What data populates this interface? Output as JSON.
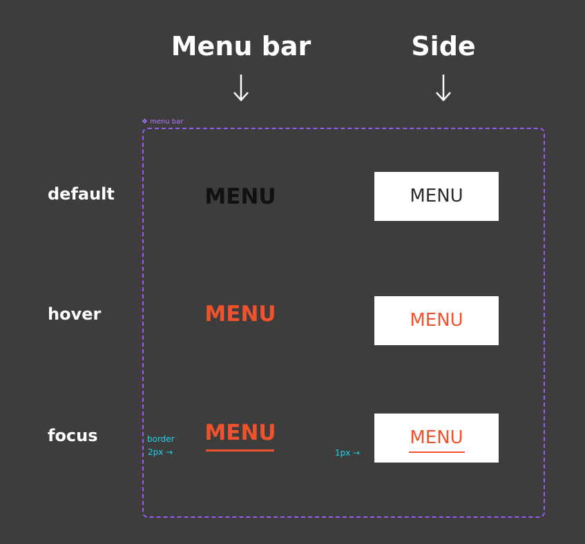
{
  "headers": {
    "menu_bar": "Menu bar",
    "side": "Side"
  },
  "frame": {
    "label": "❖ menu bar"
  },
  "states": {
    "default": "default",
    "hover": "hover",
    "focus": "focus"
  },
  "menu_bar_items": {
    "default": "MENU",
    "hover": "MENU",
    "focus": "MENU"
  },
  "side_items": {
    "default": "MENU",
    "hover": "MENU",
    "focus": "MENU"
  },
  "annotations": {
    "border_label": "border",
    "border_value": "2px →",
    "side_value": "1px →"
  },
  "icons": {
    "header_arrow": "arrow-down-icon"
  },
  "colors": {
    "background": "#3d3d3d",
    "accent": "#f0522b",
    "frame": "#9b5cf6",
    "annotation": "#22d3ee",
    "default_text": "#111111",
    "side_default_text": "#2a2a2a"
  }
}
